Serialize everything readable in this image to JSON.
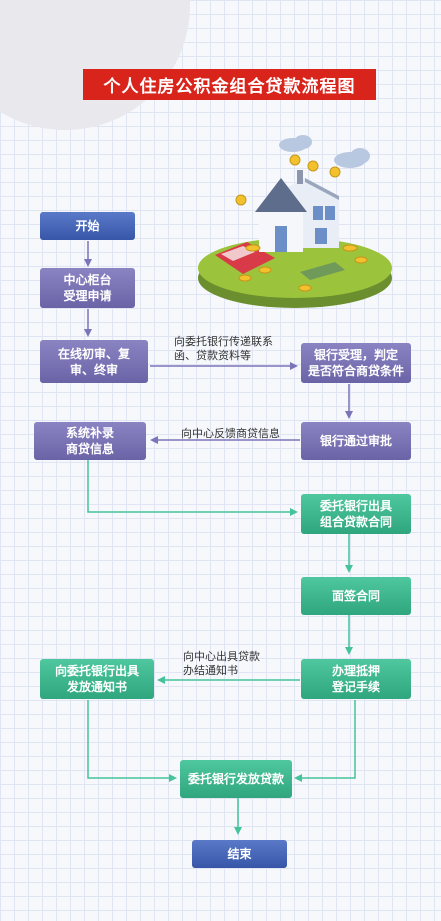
{
  "title": "个人住房公积金组合贷款流程图",
  "nodes": {
    "start": "开始",
    "counter": "中心柜台\n受理申请",
    "online_review": "在线初审、复\n审、终审",
    "bank_accept": "银行受理，判定\n是否符合商贷条件",
    "system_supplement": "系统补录\n商贷信息",
    "bank_approved": "银行通过审批",
    "issue_contract": "委托银行出具\n组合贷款合同",
    "sign_contract": "面签合同",
    "mortgage": "办理抵押\n登记手续",
    "issue_notice": "向委托银行出具\n发放通知书",
    "disburse": "委托银行发放贷款",
    "end": "结束"
  },
  "edge_labels": {
    "to_bank": "向委托银行传递联系\n函、贷款资料等",
    "feedback": "向中心反馈商贷信息",
    "notice": "向中心出具贷款\n办结通知书"
  },
  "colors": {
    "title_bg": "#d9241c",
    "blue": "#3f5fb0",
    "purple": "#7770b4",
    "green": "#38b58d",
    "arrow_purple": "#7b74b8",
    "arrow_green": "#46c39a"
  }
}
